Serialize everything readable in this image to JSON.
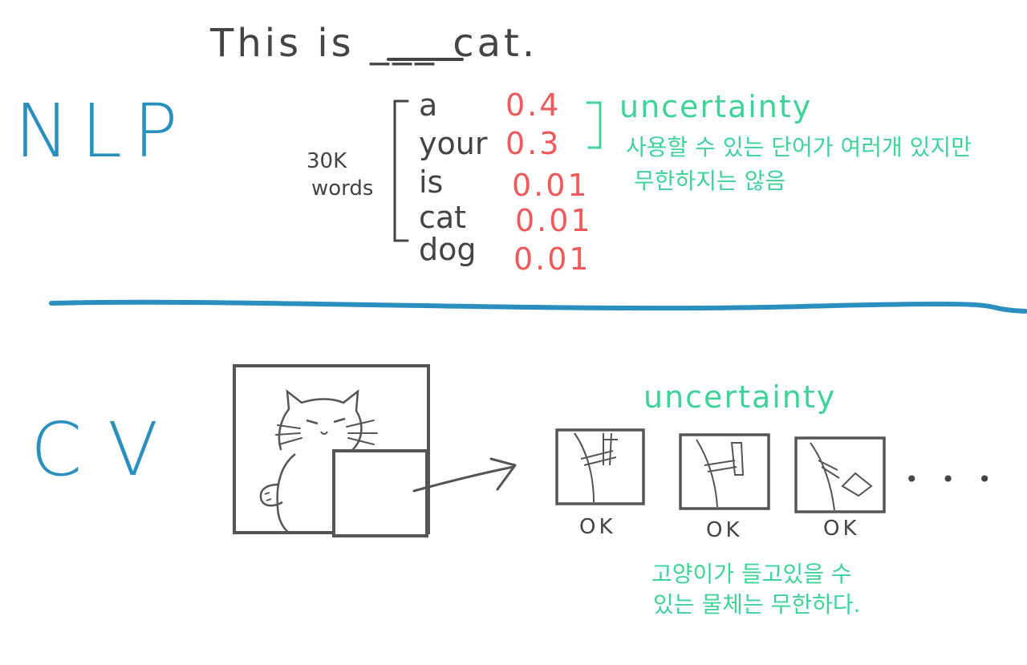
{
  "sentence": "This is ___ cat.",
  "sections": {
    "nlp": "NLP",
    "cv": "CV"
  },
  "vocab": {
    "size_line1": "30K",
    "size_line2": "words"
  },
  "candidates": [
    {
      "word": "a",
      "prob": "0.4"
    },
    {
      "word": "your",
      "prob": "0.3"
    },
    {
      "word": "is",
      "prob": "0.01"
    },
    {
      "word": "cat",
      "prob": "0.01"
    },
    {
      "word": "dog",
      "prob": "0.01"
    }
  ],
  "nlp_uncertainty": {
    "label": "uncertainty",
    "note_line1": "사용할 수 있는 단어가 여러개 있지만",
    "note_line2": "무한하지는 않음"
  },
  "cv_uncertainty": {
    "label": "uncertainty",
    "candidates": [
      "OK",
      "OK",
      "OK"
    ],
    "ellipsis": "• • •",
    "note_line1": "고양이가 들고있을 수",
    "note_line2": "있는 물체는 무한하다."
  },
  "colors": {
    "ink": "#444444",
    "section_blue": "#2a8fbf",
    "probability_red": "#f05a5a",
    "annotation_green": "#3fd39a"
  }
}
